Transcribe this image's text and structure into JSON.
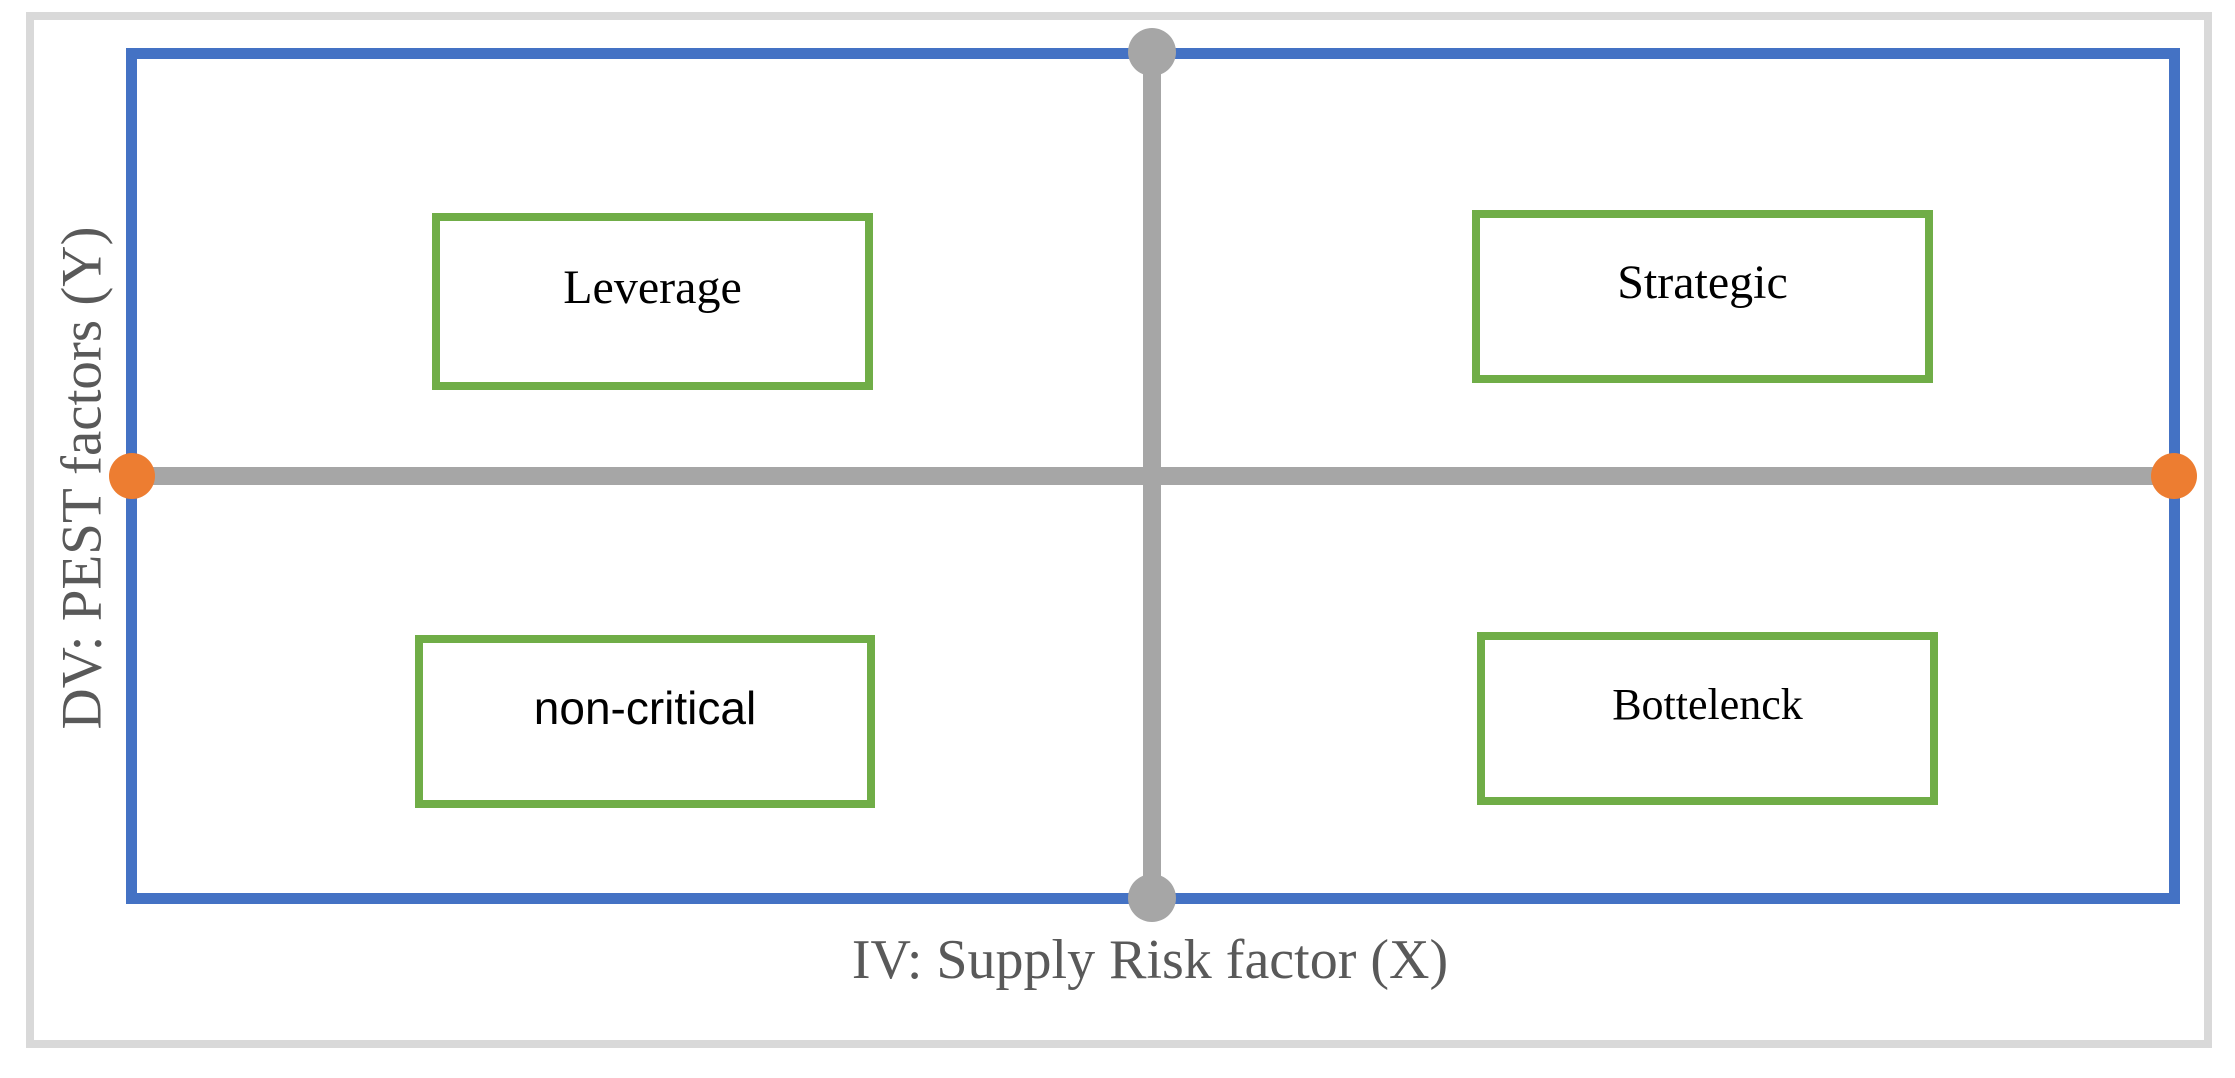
{
  "diagram": {
    "type": "quadrant-matrix",
    "x_axis": {
      "label": "IV: Supply Risk factor (X)",
      "line_color": "#a6a6a6",
      "endpoint_color": "#ed7d31",
      "endpoint_shape": "circle"
    },
    "y_axis": {
      "label": "DV: PEST factors (Y)",
      "line_color": "#a6a6a6",
      "endpoint_color": "#a6a6a6",
      "endpoint_shape": "circle"
    },
    "quadrants": [
      {
        "position": "top-left",
        "label": "Leverage",
        "box_border_color": "#70ad47",
        "font": "serif"
      },
      {
        "position": "top-right",
        "label": "Strategic",
        "box_border_color": "#70ad47",
        "font": "serif"
      },
      {
        "position": "bottom-left",
        "label": "non-critical",
        "box_border_color": "#70ad47",
        "font": "sans-serif"
      },
      {
        "position": "bottom-right",
        "label": "Bottelenck",
        "box_border_color": "#70ad47",
        "font": "serif"
      }
    ],
    "colors": {
      "outer_frame_border": "#d9d9d9",
      "matrix_rectangle_border": "#4472c4",
      "axis_lines": "#a6a6a6",
      "x_endpoint_dots": "#ed7d31",
      "y_endpoint_dots": "#a6a6a6",
      "quadrant_box_border": "#70ad47",
      "axis_label_text": "#595959",
      "quadrant_label_text": "#000000",
      "background": "#ffffff"
    }
  }
}
